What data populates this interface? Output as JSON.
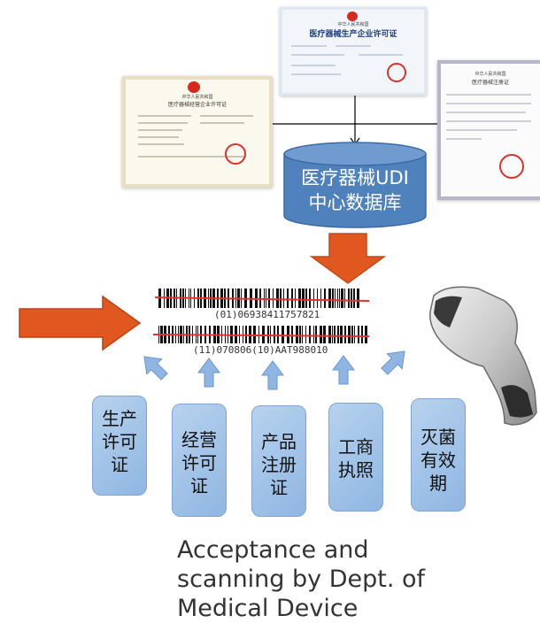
{
  "certificates": {
    "left": {
      "heading": "中华人民共和国",
      "title": "医疗器械经营企业许可证"
    },
    "top": {
      "heading": "中华人民共和国",
      "title": "医疗器械生产企业许可证"
    },
    "right": {
      "heading": "中华人民共和国",
      "title": "医疗器械注册证"
    }
  },
  "database": {
    "line1": "医疗器械UDI",
    "line2": "中心数据库"
  },
  "barcodes": {
    "code1": "(01)06938411757821",
    "code2": "(11)070806(10)AAT988010"
  },
  "documents": [
    {
      "label": "生产\n许可\n证"
    },
    {
      "label": "经营\n许可\n证"
    },
    {
      "label": "产品\n注册\n证"
    },
    {
      "label": "工商\n执照"
    },
    {
      "label": "灭菌\n有效\n期"
    }
  ],
  "caption": {
    "line1": "Acceptance and",
    "line2": "scanning by Dept. of",
    "line3": "Medical Device"
  },
  "colors": {
    "cylinder": "#4f81bd",
    "orange_arrow": "#e0571f",
    "blue_arrow": "#8fb6e2",
    "strike_line": "#e53030"
  }
}
